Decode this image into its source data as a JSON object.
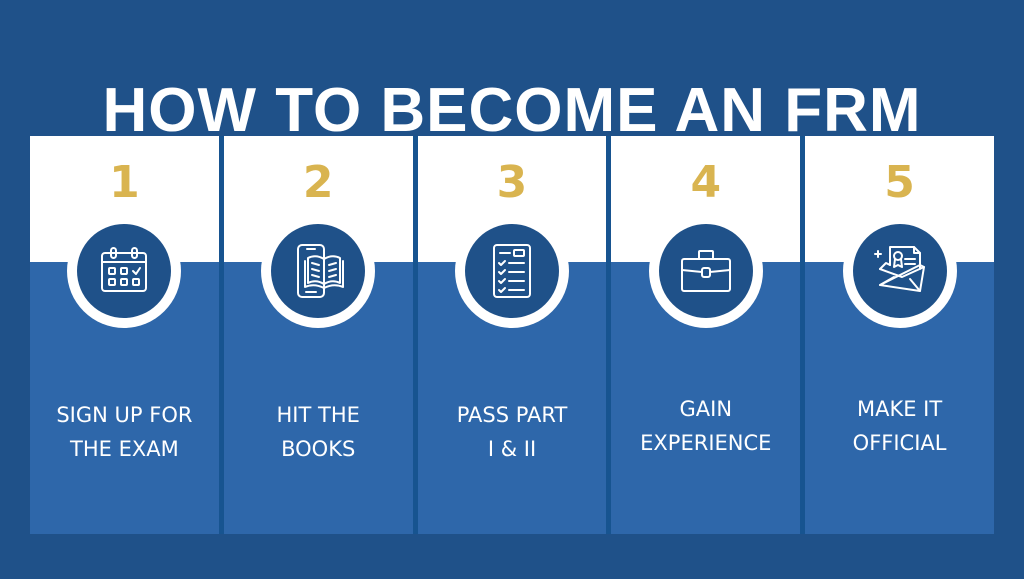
{
  "title": "HOW TO BECOME AN FRM",
  "colors": {
    "background": "#1f5189",
    "panel_bottom": "#2e67aa",
    "panel_top": "#ffffff",
    "divider": "#175490",
    "number_gold": "#d9b450",
    "text": "#ffffff"
  },
  "steps": [
    {
      "number": "1",
      "icon": "calendar-icon",
      "label_lines": [
        "SIGN UP FOR",
        "THE EXAM"
      ]
    },
    {
      "number": "2",
      "icon": "phone-book-icon",
      "label_lines": [
        "HIT THE",
        "BOOKS"
      ]
    },
    {
      "number": "3",
      "icon": "checklist-icon",
      "label_lines": [
        "PASS PART",
        "I & II"
      ]
    },
    {
      "number": "4",
      "icon": "briefcase-icon",
      "label_lines": [
        "GAIN",
        "EXPERIENCE"
      ]
    },
    {
      "number": "5",
      "icon": "certificate-envelope-icon",
      "label_lines": [
        "MAKE IT",
        "OFFICIAL"
      ]
    }
  ]
}
